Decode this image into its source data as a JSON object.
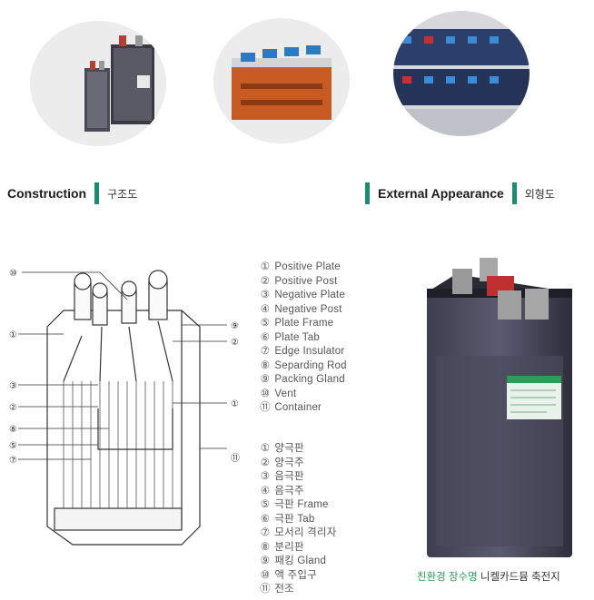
{
  "sections": {
    "construction": {
      "title_en": "Construction",
      "title_ko": "구조도"
    },
    "appearance": {
      "title_en": "External Appearance",
      "title_ko": "외형도"
    }
  },
  "legend_en": [
    {
      "num": "①",
      "label": "Positive Plate"
    },
    {
      "num": "②",
      "label": "Positive Post"
    },
    {
      "num": "③",
      "label": "Negative Plate"
    },
    {
      "num": "④",
      "label": "Negative Post"
    },
    {
      "num": "⑤",
      "label": "Plate Frame"
    },
    {
      "num": "⑥",
      "label": "Plate Tab"
    },
    {
      "num": "⑦",
      "label": "Edge Insulator"
    },
    {
      "num": "⑧",
      "label": "Separding Rod"
    },
    {
      "num": "⑨",
      "label": "Packing Gland"
    },
    {
      "num": "⑩",
      "label": "Vent"
    },
    {
      "num": "⑪",
      "label": "Container"
    }
  ],
  "legend_ko": [
    {
      "num": "①",
      "label": "양극판"
    },
    {
      "num": "②",
      "label": "양극주"
    },
    {
      "num": "③",
      "label": "음극판"
    },
    {
      "num": "④",
      "label": "음극주"
    },
    {
      "num": "⑤",
      "label": "극판 Frame"
    },
    {
      "num": "⑥",
      "label": "극판 Tab"
    },
    {
      "num": "⑦",
      "label": "모서리 격리자"
    },
    {
      "num": "⑧",
      "label": "분리판"
    },
    {
      "num": "⑨",
      "label": "패킹 Gland"
    },
    {
      "num": "⑩",
      "label": "액 주입구"
    },
    {
      "num": "⑪",
      "label": "전조"
    }
  ],
  "diagram_callouts": {
    "left": [
      "⑩",
      "①",
      "③",
      "②",
      "⑧",
      "⑤",
      "⑦"
    ],
    "right": [
      "⑨",
      "②",
      "①",
      "⑪"
    ]
  },
  "caption": {
    "green": "친환경 장수명",
    "dark": "니켈카드뮴 축전지"
  },
  "colors": {
    "accent": "#1a8c70",
    "caption_green": "#2f9a5a"
  }
}
